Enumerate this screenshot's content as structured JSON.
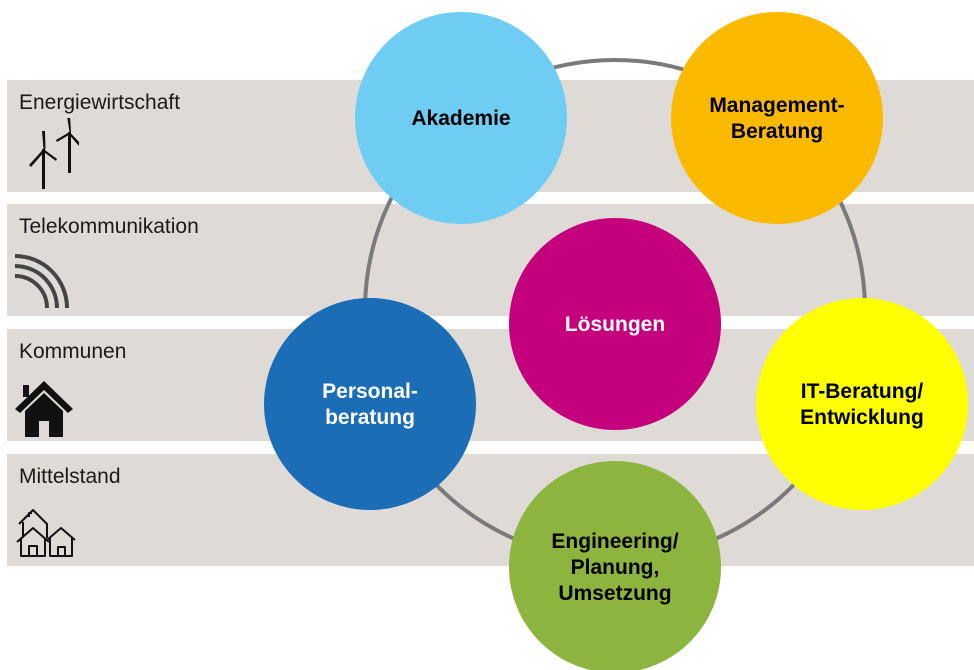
{
  "sectors": [
    {
      "label": "Energiewirtschaft",
      "icon": "wind-turbine-icon"
    },
    {
      "label": "Telekommunikation",
      "icon": "signal-waves-icon"
    },
    {
      "label": "Kommunen",
      "icon": "house-icon"
    },
    {
      "label": "Mittelstand",
      "icon": "houses-outline-icon"
    }
  ],
  "center": {
    "lines": [
      "Lösungen"
    ],
    "color": "#c4007d",
    "text_color": "#ffffff"
  },
  "services": [
    {
      "lines": [
        "Akademie"
      ],
      "color": "#6fcdf4",
      "text_color": "#000000"
    },
    {
      "lines": [
        "Management-",
        "Beratung"
      ],
      "color": "#fbb900",
      "text_color": "#000000"
    },
    {
      "lines": [
        "IT-Beratung/",
        "Entwicklung"
      ],
      "color": "#ffff00",
      "text_color": "#000000"
    },
    {
      "lines": [
        "Engineering/",
        "Planung,",
        "Umsetzung"
      ],
      "color": "#8db43e",
      "text_color": "#000000"
    },
    {
      "lines": [
        "Personal-",
        "beratung"
      ],
      "color": "#1b6db5",
      "text_color": "#ffffff"
    }
  ],
  "ring_color": "#7a7a7a"
}
